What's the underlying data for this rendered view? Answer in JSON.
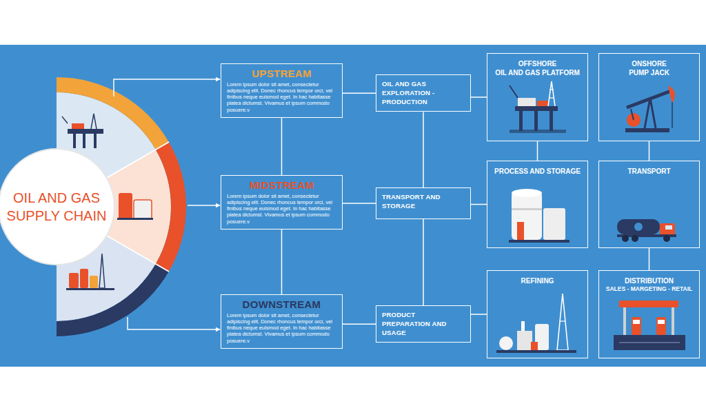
{
  "diagram": {
    "nodes": [
      {
        "text": [
          "OIL AND GAS SUPPLY CHAIN"
        ]
      },
      {
        "text": [
          "UPSTREAM",
          "Lorem ipsum dolor sit amet, consectetur adipiscing elit. Donec rhoncus tempor orci, vel finibus neque euismod eget. In hac habitasse platea dictumst. Vivamus et ipsum commodo posuere.v"
        ]
      },
      {
        "text": [
          "MIDSTREAM",
          "Lorem ipsum dolor sit amet, consectetur adipiscing elit. Donec rhoncus tempor orci, vel finibus neque euismod eget. In hac habitasse platea dictumst. Vivamus et ipsum commodo posuere.v"
        ]
      },
      {
        "text": [
          "DOWNSTREAM",
          "Lorem ipsum dolor sit amet, consectetur adipiscing elit. Donec rhoncus tempor orci, vel finibus neque euismod eget. In hac habitasse platea dictumst. Vivamus et ipsum commodo posuere.v"
        ]
      },
      {
        "text": [
          "OIL AND GAS EXPLORATION - PRODUCTION"
        ]
      },
      {
        "text": [
          "OFFSHORE",
          "OIL AND GAS PLATFORM"
        ]
      },
      {
        "text": [
          "ONSHORE",
          "PUMP JACK"
        ]
      },
      {
        "text": [
          "TRANSPORT AND STORAGE"
        ]
      },
      {
        "text": [
          "PROCESS AND STORAGE"
        ]
      },
      {
        "text": [
          "TRANSPORT"
        ]
      },
      {
        "text": [
          "PRODUCT PREPARATION AND USAGE"
        ]
      },
      {
        "text": [
          "REFINING"
        ]
      },
      {
        "text": [
          "DISTRIBUTION",
          "SALES - MARGETING - RETAIL"
        ]
      }
    ],
    "edges": [
      {
        "from": 0,
        "to": 1,
        "arrow": "to"
      },
      {
        "from": 0,
        "to": 2,
        "arrow": "to"
      },
      {
        "from": 0,
        "to": 3,
        "arrow": "to"
      },
      {
        "from": 1,
        "to": 2,
        "arrow": "none"
      },
      {
        "from": 2,
        "to": 3,
        "arrow": "none"
      },
      {
        "from": 1,
        "to": 4,
        "arrow": "none"
      },
      {
        "from": 2,
        "to": 7,
        "arrow": "none"
      },
      {
        "from": 3,
        "to": 10,
        "arrow": "none"
      },
      {
        "from": 4,
        "to": 7,
        "arrow": "none"
      },
      {
        "from": 7,
        "to": 10,
        "arrow": "none"
      },
      {
        "from": 4,
        "to": 5,
        "arrow": "none"
      },
      {
        "from": 7,
        "to": 8,
        "arrow": "none"
      },
      {
        "from": 10,
        "to": 11,
        "arrow": "none"
      },
      {
        "from": 5,
        "to": 8,
        "arrow": "none"
      },
      {
        "from": 6,
        "to": 9,
        "arrow": "none"
      },
      {
        "from": 9,
        "to": 12,
        "arrow": "none"
      }
    ]
  }
}
